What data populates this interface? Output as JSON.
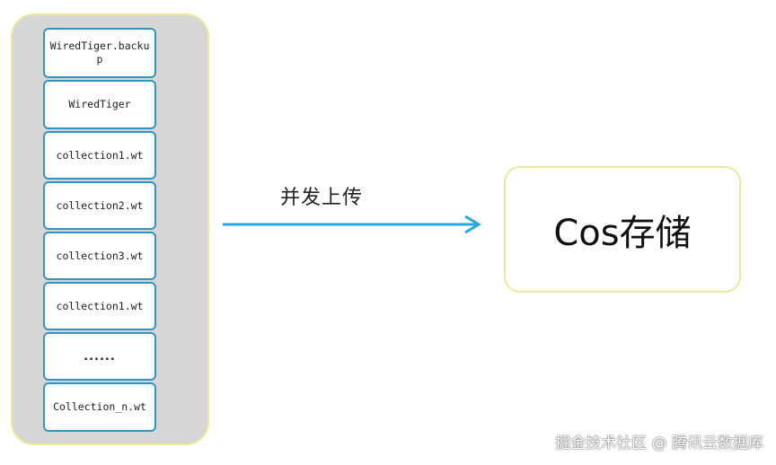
{
  "files": [
    "WiredTiger.backup",
    "WiredTiger",
    "collection1.wt",
    "collection2.wt",
    "collection3.wt",
    "collection1.wt",
    "......",
    "Collection_n.wt"
  ],
  "arrow_label": "并发上传",
  "target_label": "Cos存储",
  "watermark": "掘金技术社区 @ 腾讯云数据库",
  "colors": {
    "panel_fill": "#d6d6d6",
    "panel_border": "#ecea9a",
    "file_border": "#2f97c6",
    "arrow": "#29a8e0",
    "target_border": "#ecea9a"
  }
}
